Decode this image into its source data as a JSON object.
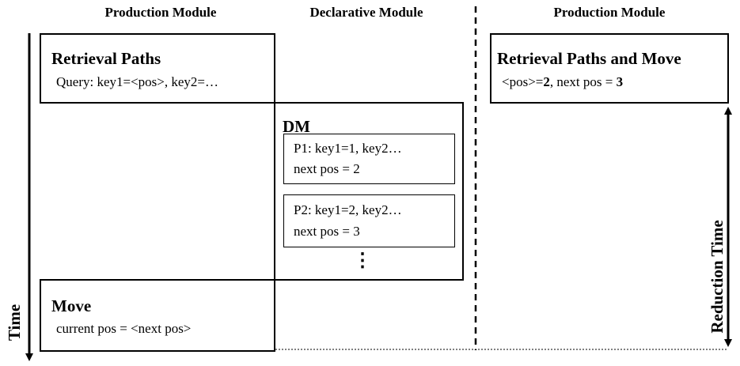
{
  "columns": {
    "left": "Production Module",
    "middle": "Declarative Module",
    "right": "Production Module"
  },
  "retrieval_box": {
    "title": "Retrieval Paths",
    "query": "Query: key1=<pos>, key2=…"
  },
  "dm_box": {
    "title": "DM",
    "cards": [
      {
        "line1": "P1: key1=1, key2…",
        "line2": "next pos = 2"
      },
      {
        "line1": "P2: key1=2, key2…",
        "line2": "next pos = 3"
      }
    ],
    "ellipsis": "⋮"
  },
  "move_box": {
    "title": "Move",
    "line": "current pos = <next pos>"
  },
  "retrieval_move_box": {
    "title": "Retrieval Paths and Move",
    "line_pre": "<pos>=",
    "line_bold1": "2",
    "line_mid": ", next pos = ",
    "line_bold2": "3"
  },
  "axis": {
    "time_label": "Time",
    "reduction_label": "Reduction Time"
  }
}
